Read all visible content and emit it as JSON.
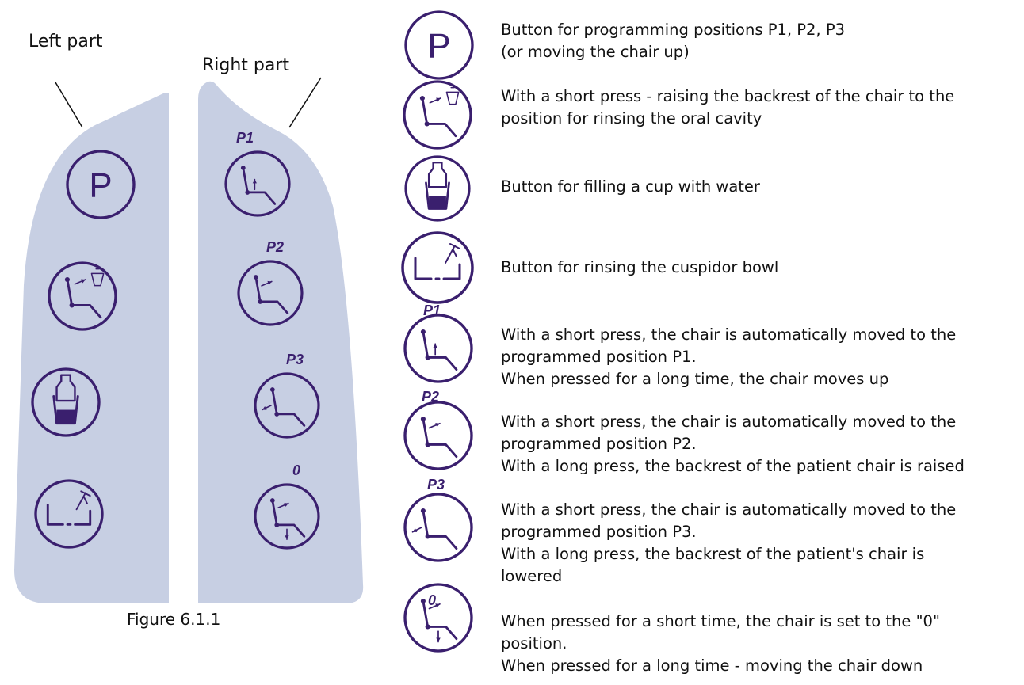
{
  "colors": {
    "panel": "#c7cfe3",
    "icon_stroke": "#3a1f6e",
    "text": "#111111"
  },
  "figure": {
    "left_label": "Left part",
    "right_label": "Right part",
    "caption": "Figure 6.1.1",
    "left_buttons": [
      {
        "icon": "p-program-icon",
        "label": "P"
      },
      {
        "icon": "rinse-position-icon"
      },
      {
        "icon": "cup-fill-icon"
      },
      {
        "icon": "bowl-rinse-icon"
      }
    ],
    "right_buttons": [
      {
        "icon": "chair-p1-icon",
        "tag": "P1"
      },
      {
        "icon": "chair-p2-icon",
        "tag": "P2"
      },
      {
        "icon": "chair-p3-icon",
        "tag": "P3"
      },
      {
        "icon": "chair-zero-icon",
        "tag": "0"
      }
    ]
  },
  "legend": [
    {
      "icon": "p-program-icon",
      "glyph": "P",
      "tag": "",
      "lines": [
        "Button for programming positions P1, P2, P3",
        "(or moving the chair up)"
      ]
    },
    {
      "icon": "rinse-position-icon",
      "tag": "",
      "lines": [
        "With a short press - raising the backrest of the chair to the",
        "position for rinsing the oral cavity"
      ]
    },
    {
      "icon": "cup-fill-icon",
      "tag": "",
      "lines": [
        "Button for filling a cup with water"
      ]
    },
    {
      "icon": "bowl-rinse-icon",
      "tag": "",
      "lines": [
        "Button for rinsing the cuspidor bowl"
      ]
    },
    {
      "icon": "chair-p1-icon",
      "tag": "P1",
      "lines": [
        "With a short press, the chair is automatically moved to the",
        "programmed position P1.",
        "When pressed for a long time, the chair moves up"
      ]
    },
    {
      "icon": "chair-p2-icon",
      "tag": "P2",
      "lines": [
        "With a short press, the chair is automatically moved to the",
        "programmed position P2.",
        "With a long press, the backrest of the patient chair is raised"
      ]
    },
    {
      "icon": "chair-p3-icon",
      "tag": "P3",
      "lines": [
        "With a short press, the chair is automatically moved to the",
        "programmed position P3.",
        "With a long press, the backrest of the patient's chair is",
        "lowered"
      ]
    },
    {
      "icon": "chair-zero-icon",
      "tag": "0",
      "lines": [
        "When pressed for a short time, the chair is set to the \"0\"",
        "position.",
        "When pressed for a long time - moving the chair down"
      ]
    }
  ]
}
